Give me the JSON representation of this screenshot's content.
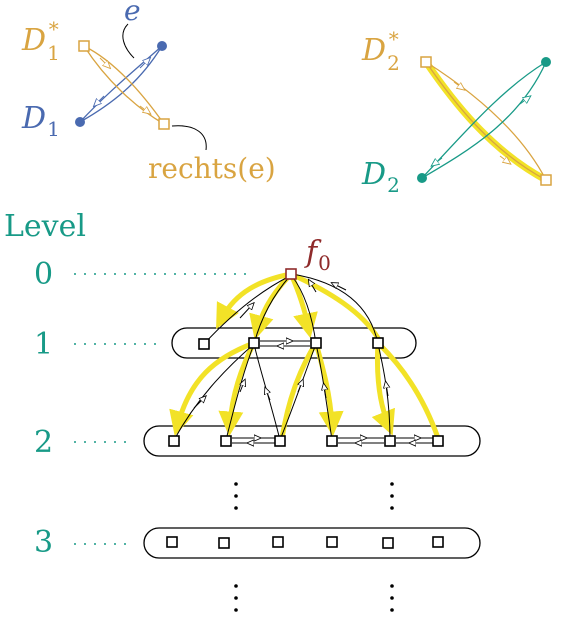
{
  "colors": {
    "gold": "#d9a441",
    "blue": "#4a6ab0",
    "teal": "#189a87",
    "red": "#8f2b2b",
    "highlight": "#f2e227"
  },
  "top_left": {
    "dual_label": "D",
    "dual_sub": "1",
    "dual_sup": "*",
    "primal_label": "D",
    "primal_sub": "1",
    "edge_label": "e",
    "right_label": "rechts(e)"
  },
  "top_right": {
    "dual_label": "D",
    "dual_sub": "2",
    "dual_sup": "*",
    "primal_label": "D",
    "primal_sub": "2"
  },
  "levels": {
    "heading": "Level",
    "rows": [
      "0",
      "1",
      "2",
      "3"
    ]
  },
  "root_label": "f",
  "root_sub": "0"
}
